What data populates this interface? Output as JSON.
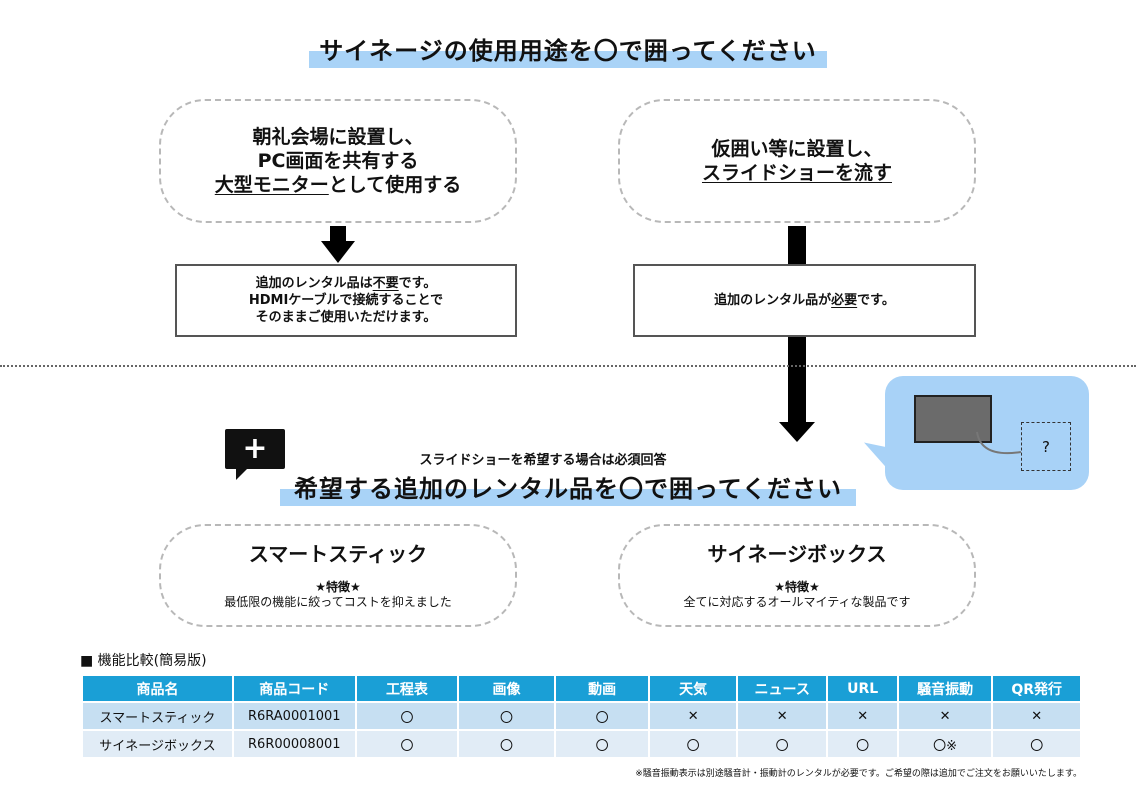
{
  "top_title": "サイネージの使用用途を〇で囲ってください",
  "option_left": {
    "line1": "朝礼会場に設置し、",
    "line2": "PC画面を共有する",
    "line3_underlined": "大型モニター",
    "line3_rest": "として使用する"
  },
  "option_right": {
    "line1": "仮囲い等に設置し、",
    "line2_underlined": "スライドショーを流す"
  },
  "note_left": {
    "line1_pre": "追加のレンタル品は",
    "line1_underlined": "不要",
    "line1_post": "です。",
    "line2": "HDMIケーブルで接続することで",
    "line3": "そのままご使用いただけます。"
  },
  "note_right": {
    "pre": "追加のレンタル品が",
    "underlined": "必要",
    "post": "です。"
  },
  "plus_symbol": "+",
  "question_mark": "?",
  "sub_caption": "スライドショーを希望する場合は必須回答",
  "second_title": "希望する追加のレンタル品を〇で囲ってください",
  "product_left": {
    "name": "スマートスティック",
    "feature_label": "★特徴★",
    "feature_text": "最低限の機能に絞ってコストを抑えました"
  },
  "product_right": {
    "name": "サイネージボックス",
    "feature_label": "★特徴★",
    "feature_text": "全てに対応するオールマイティな製品です"
  },
  "comparison": {
    "heading": "■ 機能比較(簡易版)",
    "headers": [
      "商品名",
      "商品コード",
      "工程表",
      "画像",
      "動画",
      "天気",
      "ニュース",
      "URL",
      "騒音振動",
      "QR発行"
    ],
    "rows": [
      [
        "スマートスティック",
        "R6RA0001001",
        "〇",
        "〇",
        "〇",
        "✕",
        "✕",
        "✕",
        "✕",
        "✕"
      ],
      [
        "サイネージボックス",
        "R6R00008001",
        "〇",
        "〇",
        "〇",
        "〇",
        "〇",
        "〇",
        "〇※",
        "〇"
      ]
    ],
    "footnote": "※騒音振動表示は別途騒音計・振動計のレンタルが必要です。ご希望の際は追加でご注文をお願いいたします。"
  },
  "colors": {
    "highlight": "#a9d3f7",
    "table_header": "#1a9fd6",
    "row1": "#c6dff2",
    "row2": "#e1ecf6",
    "speech_bubble": "#a8d2f7"
  }
}
